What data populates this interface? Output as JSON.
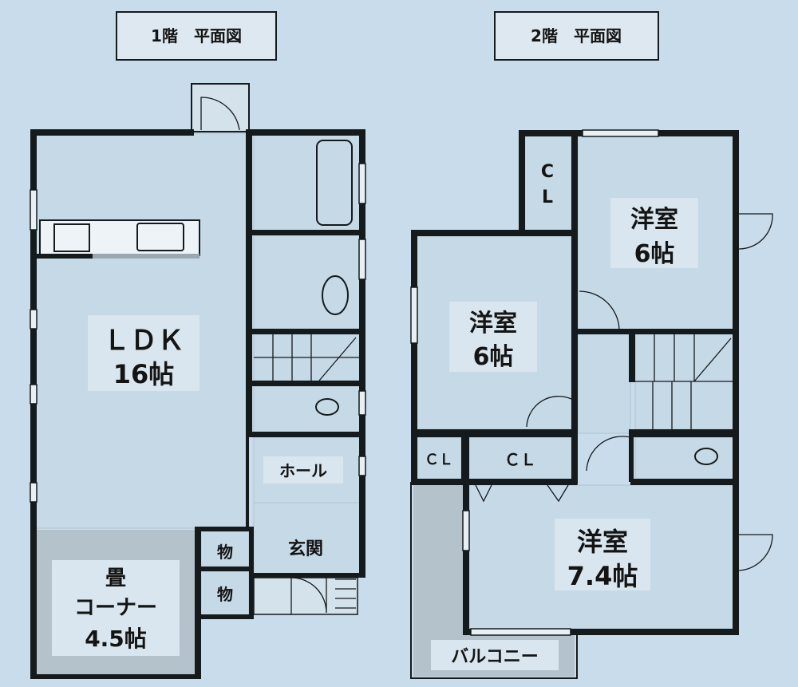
{
  "floor1": {
    "title": "1階　平面図",
    "rooms": {
      "ldk_name": "ＬＤＫ",
      "ldk_size": "16帖",
      "tatami_name": "畳",
      "tatami_sub": "コーナー",
      "tatami_size": "4.5帖",
      "storage1": "物",
      "storage2": "物",
      "hall": "ホール",
      "entrance": "玄関"
    }
  },
  "floor2": {
    "title": "2階　平面図",
    "rooms": {
      "cl_top": "C",
      "cl_top2": "L",
      "room_ne_name": "洋室",
      "room_ne_size": "6帖",
      "room_w_name": "洋室",
      "room_w_size": "6帖",
      "cl_small": "ＣＬ",
      "cl_mid": "ＣＬ",
      "room_s_name": "洋室",
      "room_s_size": "7.4帖",
      "balcony": "バルコニー"
    }
  },
  "colors": {
    "background": "#c9dceb",
    "wall": "#151a1c",
    "tatami": "#b4c2cc"
  }
}
